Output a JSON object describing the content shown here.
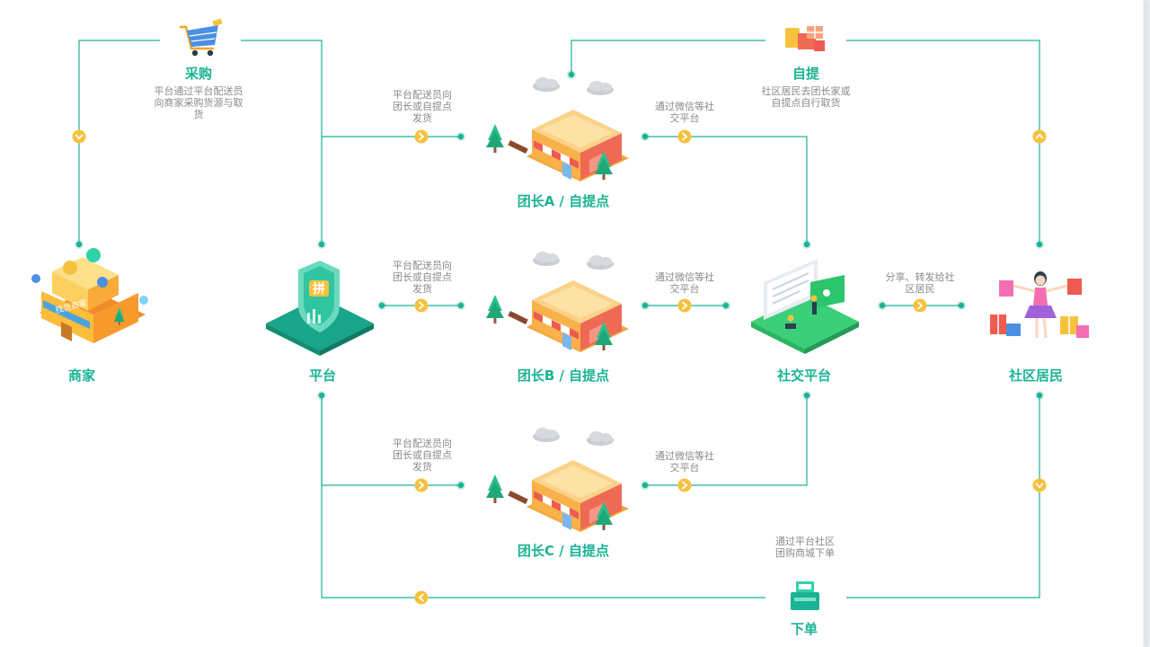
{
  "colors": {
    "line": "#1ab394",
    "arrow": "#f6c23e",
    "label": "#1ab394",
    "desc": "#8a8a8a"
  },
  "nodes": {
    "merchant": {
      "label": "商家",
      "sign": "找货商家"
    },
    "platform": {
      "label": "平台",
      "badge": "拼"
    },
    "leader_a": {
      "label": "团长A / 自提点"
    },
    "leader_b": {
      "label": "团长B / 自提点"
    },
    "leader_c": {
      "label": "团长C / 自提点"
    },
    "social": {
      "label": "社交平台"
    },
    "residents": {
      "label": "社区居民"
    },
    "purchase": {
      "label": "采购",
      "icon": "shopping-cart-icon"
    },
    "pickup": {
      "label": "自提",
      "icon": "gift-boxes-icon"
    },
    "order": {
      "label": "下单",
      "icon": "cash-register-icon"
    }
  },
  "descriptions": {
    "purchase": "平台通过平台配送员向商家采购货源与取货",
    "pickup": "社区居民去团长家或自提点自行取货",
    "deliver_a": "平台配送员向团长或自提点发货",
    "deliver_b": "平台配送员向团长或自提点发货",
    "deliver_c": "平台配送员向团长或自提点发货",
    "wechat_a": "通过微信等社交平台",
    "wechat_b": "通过微信等社交平台",
    "wechat_c": "通过微信等社交平台",
    "share": "分享、转发给社区居民",
    "order": "通过平台社区团购商城下单"
  }
}
